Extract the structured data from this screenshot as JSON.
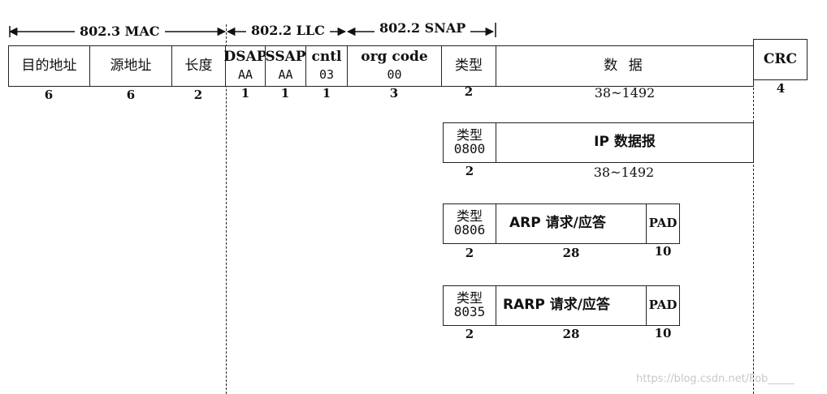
{
  "segments": {
    "mac": "802.3 MAC",
    "llc": "802.2 LLC",
    "snap": "802.2 SNAP"
  },
  "frame": {
    "dst": "目的地址",
    "src": "源地址",
    "len": "长度",
    "dsap": "DSAP",
    "dsap_val": "AA",
    "ssap": "SSAP",
    "ssap_val": "AA",
    "cntl": "cntl",
    "cntl_val": "03",
    "org": "org code",
    "org_val": "00",
    "type": "类型",
    "data": "数 据",
    "crc": "CRC"
  },
  "sizes": {
    "dst": "6",
    "src": "6",
    "len": "2",
    "dsap": "1",
    "ssap": "1",
    "cntl": "1",
    "org": "3",
    "type": "2",
    "data": "38~1492",
    "crc": "4"
  },
  "ip_frame": {
    "type": "类型",
    "type_code": "0800",
    "payload": "IP 数据报",
    "type_size": "2",
    "payload_size": "38~1492"
  },
  "arp_frame": {
    "type": "类型",
    "type_code": "0806",
    "payload": "ARP 请求/应答",
    "pad": "PAD",
    "type_size": "2",
    "payload_size": "28",
    "pad_size": "10"
  },
  "rarp_frame": {
    "type": "类型",
    "type_code": "8035",
    "payload": "RARP 请求/应答",
    "pad": "PAD",
    "type_size": "2",
    "payload_size": "28",
    "pad_size": "10"
  },
  "watermark": "https://blog.csdn.net/Fob_____"
}
